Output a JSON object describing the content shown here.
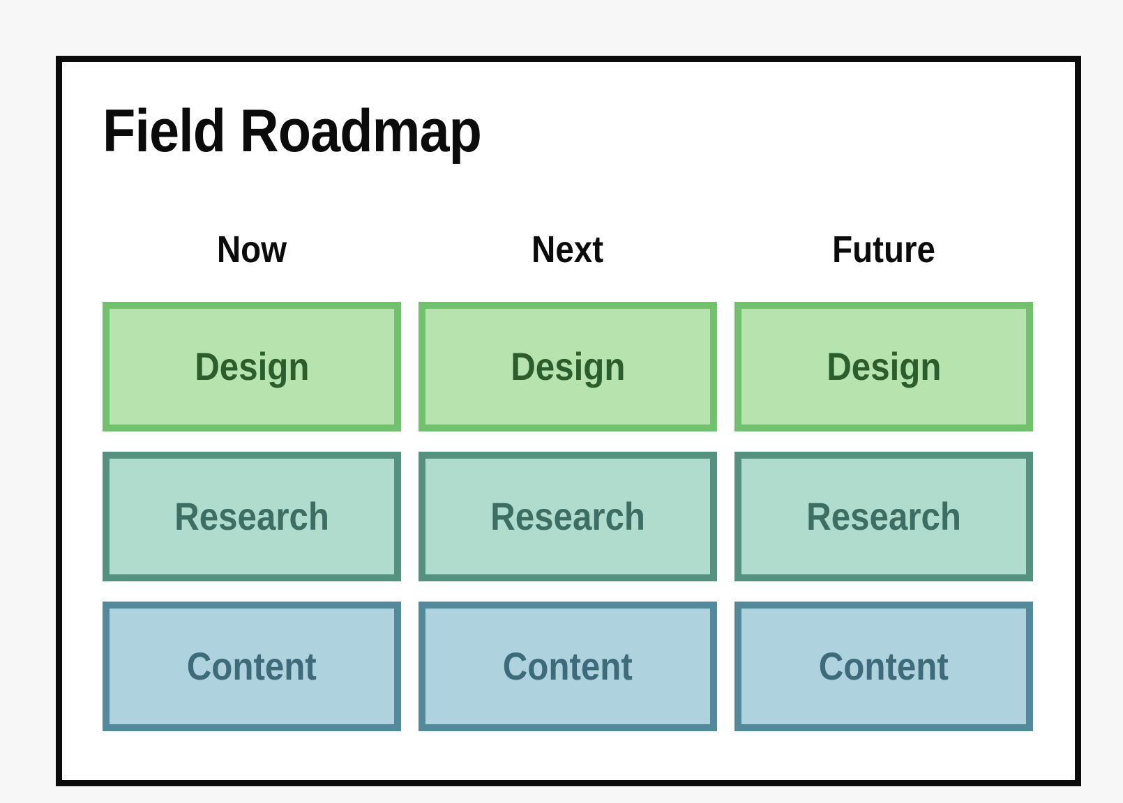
{
  "page": {
    "background_color": "#f7f7f7"
  },
  "card": {
    "title": "Field Roadmap",
    "background_color": "#ffffff",
    "border_color": "#0b0b0b",
    "title_color": "#0b0b0b"
  },
  "columns": [
    {
      "label": "Now",
      "items": [
        "Design",
        "Research",
        "Content"
      ]
    },
    {
      "label": "Next",
      "items": [
        "Design",
        "Research",
        "Content"
      ]
    },
    {
      "label": "Future",
      "items": [
        "Design",
        "Research",
        "Content"
      ]
    }
  ],
  "row_styles": [
    {
      "name": "design",
      "fill_color": "#b7e3ae",
      "border_color": "#72c16d",
      "text_color": "#2b5e2c"
    },
    {
      "name": "research",
      "fill_color": "#b0dccd",
      "border_color": "#55917f",
      "text_color": "#3d6e64"
    },
    {
      "name": "content",
      "fill_color": "#aed3de",
      "border_color": "#538a9b",
      "text_color": "#3e6b7a"
    }
  ]
}
